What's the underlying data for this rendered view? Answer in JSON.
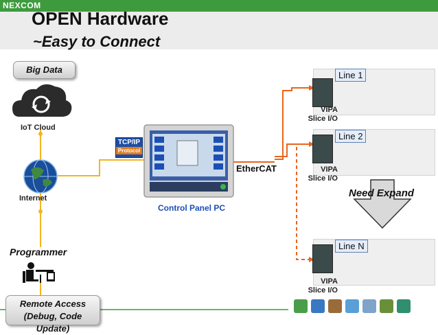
{
  "header": {
    "logo": "NEXCOM",
    "title": "OPEN Hardware",
    "subtitle": "~Easy to Connect"
  },
  "left": {
    "big_data_label": "Big Data",
    "iot_cloud_label": "IoT Cloud",
    "internet_label": "Internet",
    "programmer_label": "Programmer",
    "remote_access_line1": "Remote Access",
    "remote_access_line2": "(Debug, Code Update)"
  },
  "center": {
    "tcpip_label": "TCP/IP",
    "protocol_label": "Protocol",
    "control_panel_label": "Control Panel PC",
    "ethercat_label": "EtherCAT"
  },
  "right": {
    "lines": [
      {
        "label": "Line 1",
        "io_line1": "VIPA",
        "io_line2": "Slice I/O"
      },
      {
        "label": "Line 2",
        "io_line1": "VIPA",
        "io_line2": "Slice I/O"
      },
      {
        "label": "Line N",
        "io_line1": "VIPA",
        "io_line2": "Slice I/O"
      }
    ],
    "expand_label": "Need Expand"
  },
  "colors": {
    "accent_green": "#3d9b3d",
    "connector_yellow": "#f2b51f",
    "ethercat_orange": "#e8641c",
    "panel_blue": "#1b4fb5"
  }
}
